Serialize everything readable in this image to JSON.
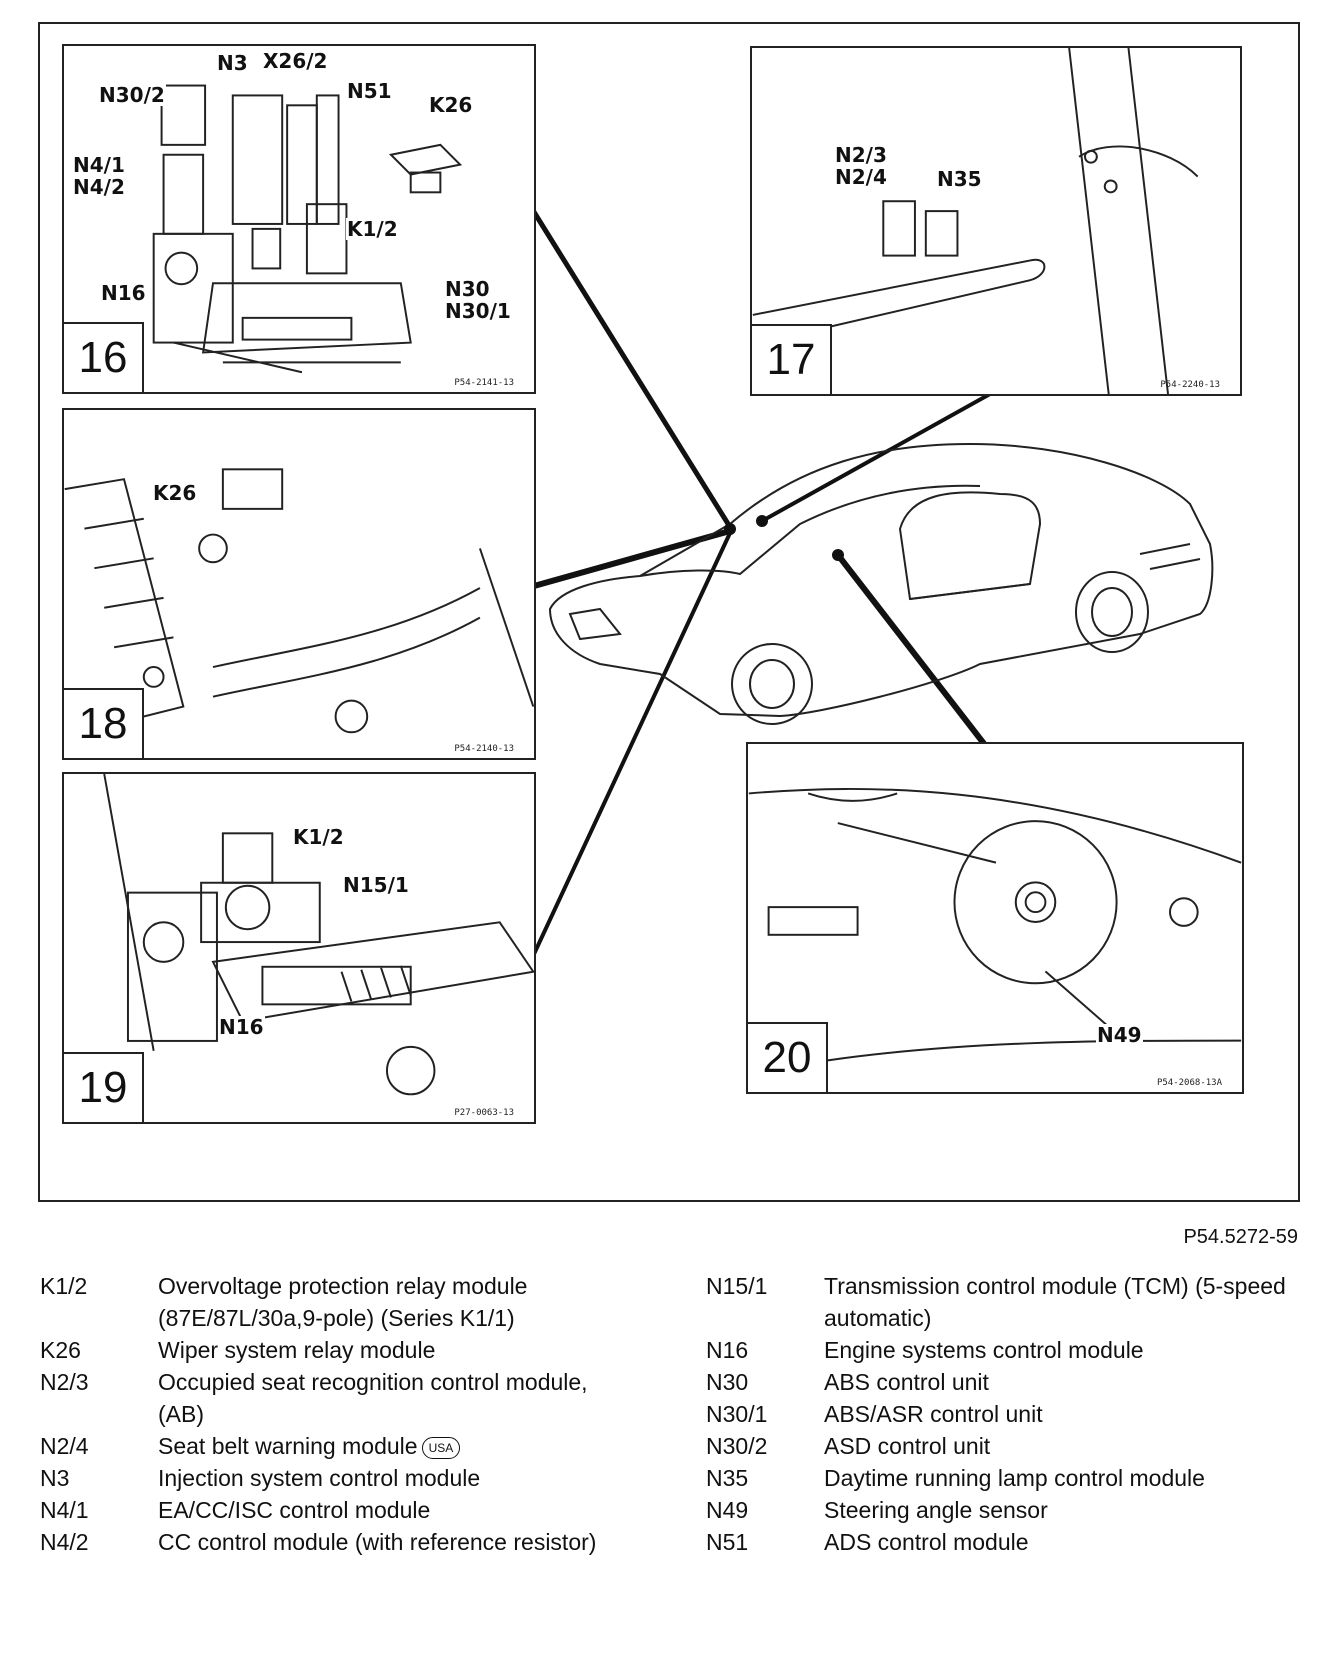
{
  "figure_ref": "P54.5272-59",
  "panels": {
    "p16": {
      "number": "16",
      "ref": "P54-2141-13",
      "labels": {
        "n30_2": "N30/2",
        "n3": "N3",
        "x26_2": "X26/2",
        "n51": "N51",
        "k26": "K26",
        "n4": "N4/1\nN4/2",
        "k1_2": "K1/2",
        "n16": "N16",
        "n30": "N30\nN30/1"
      }
    },
    "p17": {
      "number": "17",
      "ref": "P54-2240-13",
      "labels": {
        "n2": "N2/3\nN2/4",
        "n35": "N35"
      }
    },
    "p18": {
      "number": "18",
      "ref": "P54-2140-13",
      "labels": {
        "k26": "K26"
      }
    },
    "p19": {
      "number": "19",
      "ref": "P27-0063-13",
      "labels": {
        "k1_2": "K1/2",
        "n15_1": "N15/1",
        "n16": "N16"
      }
    },
    "p20": {
      "number": "20",
      "ref": "P54-2068-13A",
      "labels": {
        "n49": "N49"
      }
    }
  },
  "legend": {
    "left": [
      {
        "code": "K1/2",
        "desc": "Overvoltage protection relay module (87E/87L/30a,9-pole) (Series K1/1)"
      },
      {
        "code": "K26",
        "desc": "Wiper system relay module"
      },
      {
        "code": "N2/3",
        "desc": "Occupied seat recognition control module, (AB)"
      },
      {
        "code": "N2/4",
        "desc": "Seat belt warning module",
        "badge": "USA"
      },
      {
        "code": "N3",
        "desc": "Injection system control module"
      },
      {
        "code": "N4/1",
        "desc": "EA/CC/ISC control module"
      },
      {
        "code": "N4/2",
        "desc": "CC control module (with reference resistor)"
      }
    ],
    "right": [
      {
        "code": "N15/1",
        "desc": "Transmission control module (TCM) (5-speed automatic)"
      },
      {
        "code": "N16",
        "desc": "Engine systems control module"
      },
      {
        "code": "N30",
        "desc": "ABS control unit"
      },
      {
        "code": "N30/1",
        "desc": "ABS/ASR control unit"
      },
      {
        "code": "N30/2",
        "desc": "ASD control unit"
      },
      {
        "code": "N35",
        "desc": "Daytime running lamp control module"
      },
      {
        "code": "N49",
        "desc": "Steering angle sensor"
      },
      {
        "code": "N51",
        "desc": "ADS control module"
      }
    ]
  }
}
